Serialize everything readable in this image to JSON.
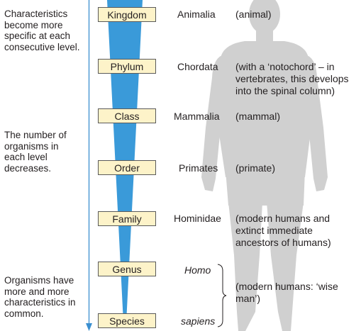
{
  "notes": [
    {
      "id": "characteristics",
      "text": "Characteristics become more specific at each consecutive level."
    },
    {
      "id": "number",
      "text": "The number of organisms in each level decreases."
    },
    {
      "id": "common",
      "text": "Organisms have more and more characteristics in common."
    }
  ],
  "levels": [
    {
      "rank": "Kingdom",
      "name": "Animalia",
      "meaning": "(animal)"
    },
    {
      "rank": "Phylum",
      "name": "Chordata",
      "meaning": "(with a ‘notochord’ – in vertebrates, this develops into the spinal column)"
    },
    {
      "rank": "Class",
      "name": "Mammalia",
      "meaning": "(mammal)"
    },
    {
      "rank": "Order",
      "name": "Primates",
      "meaning": "(primate)"
    },
    {
      "rank": "Family",
      "name": "Hominidae",
      "meaning": "(modern humans and extinct immediate ancestors of humans)"
    },
    {
      "rank": "Genus",
      "name": "Homo",
      "meaning": ""
    },
    {
      "rank": "Species",
      "name": "sapiens",
      "meaning": ""
    }
  ],
  "species_meaning": "(modern humans: ‘wise man’)",
  "colors": {
    "funnel": "#3a9ad9",
    "arrow": "#3a8fd0",
    "silhouette": "#d0d0d0",
    "box_fill": "#fdf3c9"
  }
}
